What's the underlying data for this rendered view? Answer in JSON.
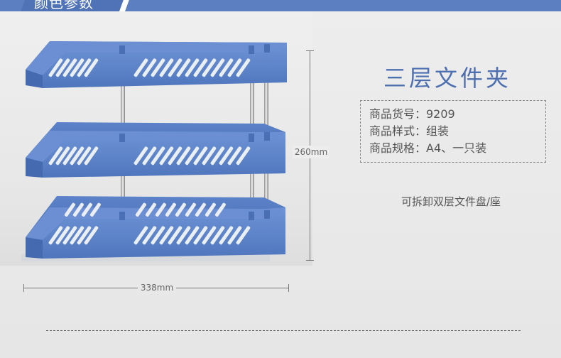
{
  "header": {
    "label": "颜色参数",
    "band_color": "#5b7fc0"
  },
  "dimensions": {
    "height_label": "260mm",
    "width_label": "338mm"
  },
  "product": {
    "title": "三层文件夹",
    "specs": [
      {
        "text": "商品货号：9209"
      },
      {
        "text": "商品样式：组装"
      },
      {
        "text": "商品规格：A4、一只装"
      }
    ],
    "note": "可拆卸双层文件盘/座",
    "accent_color": "#4d6fb0",
    "tray_color": "#5a82c8"
  }
}
